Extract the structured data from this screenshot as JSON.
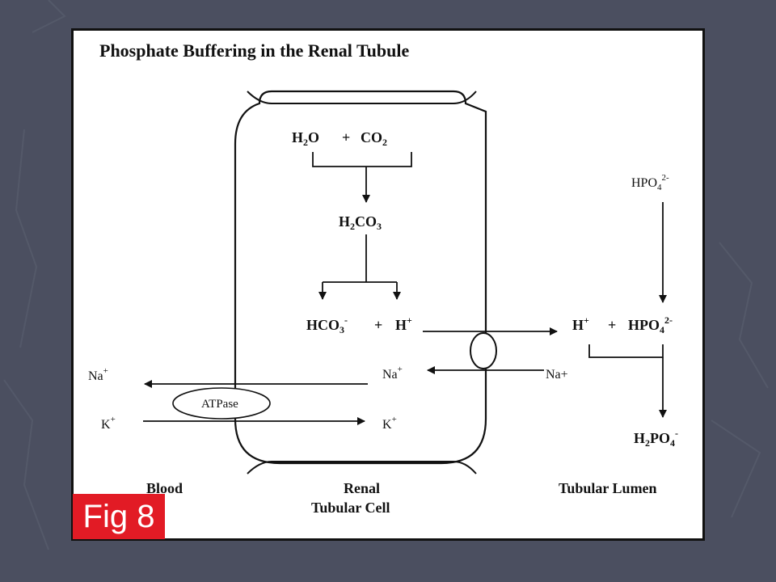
{
  "slide": {
    "fig_label": "Fig 8",
    "colors": {
      "background": "#4b4f60",
      "badge": "#e21b25"
    }
  },
  "diagram": {
    "title": "Phosphate Buffering in the Renal Tubule",
    "cell": {
      "reactant_h2o": {
        "base": "H",
        "sub": "2",
        "tail": "O"
      },
      "plus1": "+",
      "reactant_co2": {
        "base": "CO",
        "sub": "2"
      },
      "carbonic_acid": {
        "a": "H",
        "sub1": "2",
        "b": "CO",
        "sub2": "3"
      },
      "bicarbonate": {
        "base": "HCO",
        "sub": "3",
        "sup": "-"
      },
      "plus2": "+",
      "proton": {
        "base": "H",
        "sup": "+"
      },
      "na_inside": {
        "base": "Na",
        "sup": "+"
      },
      "k_inside": {
        "base": "K",
        "sup": "+"
      },
      "pump_label": "ATPase"
    },
    "blood": {
      "na": {
        "base": "Na",
        "sup": "+"
      },
      "k": {
        "base": "K",
        "sup": "+"
      }
    },
    "lumen": {
      "hpo4_top": {
        "base": "HPO",
        "sub": "4",
        "sup": "2-"
      },
      "proton": {
        "base": "H",
        "sup": "+"
      },
      "plus": "+",
      "hpo4_mid": {
        "base": "HPO",
        "sub": "4",
        "sup": "2-"
      },
      "na_text": "Na+",
      "h2po4": {
        "a": "H",
        "sub1": "2",
        "b": "PO",
        "sub2": "4",
        "sup": "-"
      }
    },
    "regions": {
      "blood": "Blood",
      "cell_line1": "Renal",
      "cell_line2": "Tubular Cell",
      "lumen": "Tubular Lumen"
    }
  }
}
